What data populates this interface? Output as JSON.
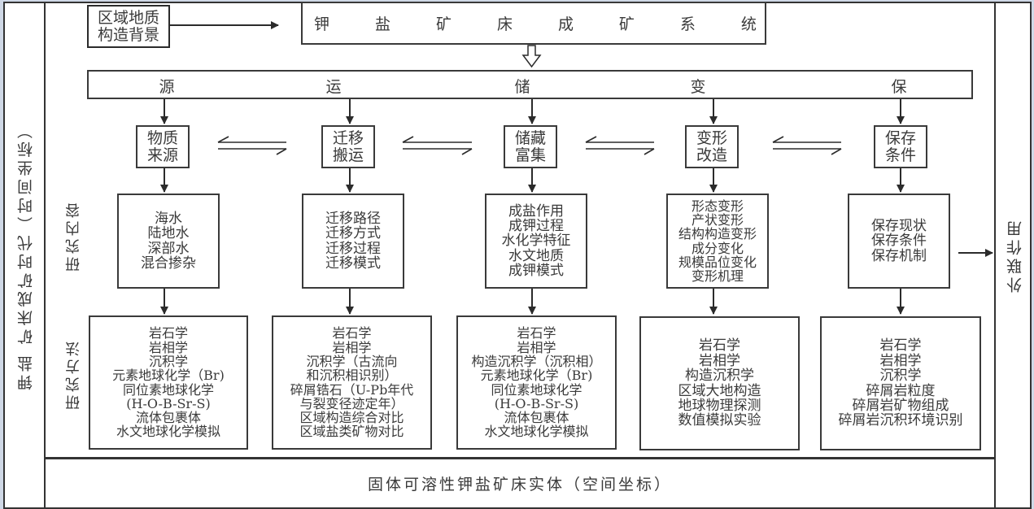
{
  "left_axis_label": "钾盐 矿床成矿时代（时间坐标）",
  "right_axis_label": "外联作用",
  "bottom_label": "固体可溶性钾盐矿床实体（空间坐标）",
  "background_box": [
    "区域地质",
    "构造背景"
  ],
  "system_title": [
    "钾",
    "盐",
    "矿",
    "床",
    "成",
    "矿",
    "系",
    "统"
  ],
  "row_labels": {
    "content": "研究内容",
    "methods": "研究方法"
  },
  "stages": [
    {
      "header": "源",
      "process": [
        "物质",
        "来源"
      ],
      "content": [
        "海水",
        "陆地水",
        "深部水",
        "混合掺杂"
      ],
      "methods": [
        "岩石学",
        "岩相学",
        "沉积学",
        "元素地球化学（Br)",
        "同位素地球化学",
        "(H-O-B-Sr-S)",
        "流体包裹体",
        "水文地球化学模拟"
      ]
    },
    {
      "header": "运",
      "process": [
        "迁移",
        "搬运"
      ],
      "content": [
        "迁移路径",
        "迁移方式",
        "迁移过程",
        "迁移模式"
      ],
      "methods": [
        "岩石学",
        "岩相学",
        "沉积学（古流向",
        "和沉积相识别）",
        "碎屑锆石（U-Pb年代",
        "与裂变径迹定年）",
        "区域构造综合对比",
        "区域盐类矿物对比"
      ]
    },
    {
      "header": "储",
      "process": [
        "储藏",
        "富集"
      ],
      "content": [
        "成盐作用",
        "成钾过程",
        "水化学特征",
        "水文地质",
        "成钾模式"
      ],
      "methods": [
        "岩石学",
        "岩相学",
        "构造沉积学（沉积相）",
        "元素地球化学（Br)",
        "同位素地球化学",
        "(H-O-B-Sr-S)",
        "流体包裹体",
        "水文地球化学模拟"
      ]
    },
    {
      "header": "变",
      "process": [
        "变形",
        "改造"
      ],
      "content": [
        "形态变形",
        "产状变形",
        "结构构造变形",
        "成分变化",
        "规模品位变化",
        "变形机理"
      ],
      "methods": [
        "岩石学",
        "岩相学",
        "构造沉积学",
        "区域大地构造",
        "地球物理探测",
        "数值模拟实验"
      ]
    },
    {
      "header": "保",
      "process": [
        "保存",
        "条件"
      ],
      "content": [
        "保存现状",
        "保存条件",
        "保存机制"
      ],
      "methods": [
        "岩石学",
        "岩相学",
        "沉积学",
        "碎屑岩粒度",
        "碎屑岩矿物组成",
        "碎屑岩沉积环境识别"
      ]
    }
  ],
  "colors": {
    "line": "#333333",
    "text": "#3a3a3a",
    "background": "#cfd8e6",
    "panel": "#ffffff"
  }
}
